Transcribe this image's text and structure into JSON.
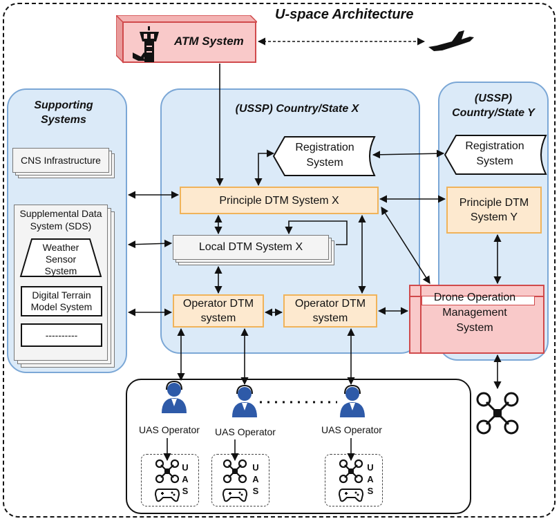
{
  "title": "U-space Architecture",
  "atm": {
    "label": "ATM System"
  },
  "supporting": {
    "title": "Supporting Systems",
    "cns": "CNS Infrastructure",
    "sds": "Supplemental Data System (SDS)",
    "weather": "Weather Sensor System",
    "terrain": "Digital Terrain Model System",
    "placeholder": "----------"
  },
  "state_x": {
    "title": "(USSP) Country/State X",
    "registration": "Registration System",
    "principle": "Principle DTM System X",
    "local": "Local DTM System X",
    "operator1": "Operator DTM system",
    "operator2": "Operator DTM system"
  },
  "state_y": {
    "title": "(USSP) Country/State Y",
    "registration": "Registration System",
    "principle": "Principle DTM System Y"
  },
  "dom": {
    "label": "Drone Operation Management System"
  },
  "operators": [
    {
      "label": "UAS Operator",
      "uas": "UAS"
    },
    {
      "label": "UAS Operator",
      "uas": "UAS"
    },
    {
      "label": "UAS Operator",
      "uas": "UAS"
    }
  ],
  "colors": {
    "region_fill": "#dbeaf8",
    "region_border": "#7ba7d6",
    "system_fill": "#fde9cf",
    "system_border": "#f0b35a",
    "atm_fill": "#f9c9c9",
    "atm_border": "#d0494b"
  }
}
